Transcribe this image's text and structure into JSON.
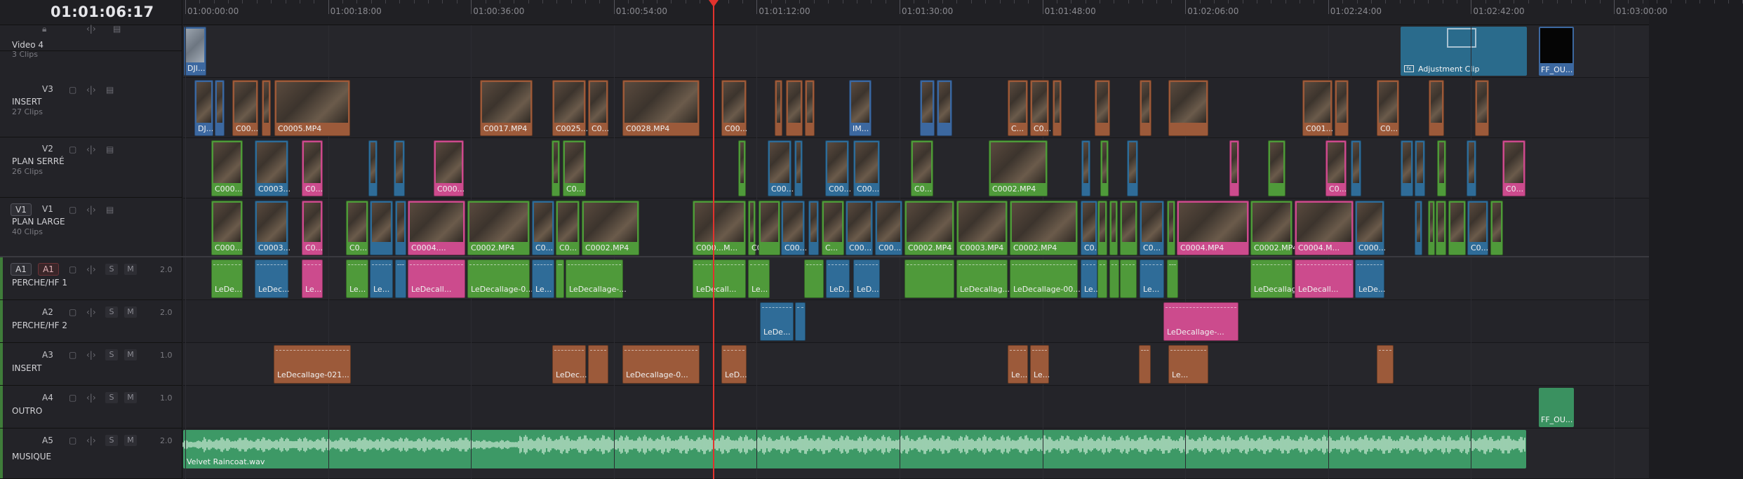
{
  "timecode": "01:01:06:17",
  "ruler": {
    "ticks": [
      "01:00:00:00",
      "01:00:18:00",
      "01:00:36:00",
      "01:00:54:00",
      "01:01:12:00",
      "01:01:30:00",
      "01:01:48:00",
      "01:02:06:00",
      "01:02:24:00",
      "01:02:42:00",
      "01:03:00:00"
    ]
  },
  "tracks": {
    "video4": {
      "name": "Video 4",
      "count": "3 Clips"
    },
    "v3": {
      "id": "V3",
      "name": "INSERT",
      "count": "27 Clips"
    },
    "v2": {
      "id": "V2",
      "name": "PLAN SERRÉ",
      "count": "26 Clips"
    },
    "v1": {
      "sel": "V1",
      "id": "V1",
      "name": "PLAN LARGE",
      "count": "40 Clips"
    },
    "a1": {
      "sel": "A1",
      "id": "A1",
      "name": "PERCHE/HF 1",
      "vol": "2.0"
    },
    "a2": {
      "id": "A2",
      "name": "PERCHE/HF 2",
      "vol": "2.0"
    },
    "a3": {
      "id": "A3",
      "name": "INSERT",
      "vol": "1.0"
    },
    "a4": {
      "id": "A4",
      "name": "OUTRO",
      "vol": "1.0"
    },
    "a5": {
      "id": "A5",
      "name": "MUSIQUE",
      "vol": "2.0"
    }
  },
  "buttons": {
    "solo": "S",
    "mute": "M"
  },
  "clips": {
    "video4_first": "DJI...",
    "adjustment": "Adjustment Clip",
    "ff_video": "FF_OU...",
    "ff_audio": "FF_OU...",
    "musique": "Velvet Raincoat.wav",
    "v3": [
      "DJ...",
      "C00...",
      "C0005.MP4",
      "C0017.MP4",
      "C0025...",
      "C0...",
      "C0028.MP4",
      "C00...",
      "IM...",
      "C...",
      "C0...",
      "C0...",
      "C001...",
      "C0..."
    ],
    "v2": [
      "C000...",
      "C0003...",
      "C0...",
      "C000...",
      "C0...",
      "C00...",
      "C00...",
      "C00...",
      "C0...",
      "C0002.MP4",
      "C0...",
      "C0..."
    ],
    "v1": [
      "C000...",
      "C0003...",
      "C0...",
      "C0...",
      "C0004....",
      "C0002.MP4",
      "C0...",
      "C0...",
      "C0002.MP4",
      "C000...M...",
      "C0...",
      "C00...",
      "C...",
      "C00...",
      "C00...",
      "C0002.MP4",
      "C0003.MP4",
      "C0002.MP4",
      "C0...",
      "C0...",
      "C0004.MP4",
      "C0002.MP4",
      "C0004.M...",
      "C000...",
      "C0..."
    ],
    "a1": [
      "LeDe...",
      "LeDec...",
      "Le...",
      "Le...",
      "Le...",
      "LeDecall...",
      "LeDecallage-0...",
      "Le...",
      "LeDecallage-...",
      "LeDecall...",
      "Le...",
      "LeD...",
      "LeD...",
      "LeDe...",
      "LeDecallag...",
      "LeDecallage-00...",
      "Le...",
      "Le...",
      "LeDecallag...",
      "LeDecall...",
      "LeDe..."
    ],
    "a2": [
      "LeDe...",
      "LeDecallage-..."
    ],
    "a3": [
      "LeDecallage-021...",
      "LeDec...",
      "LeDecallage-0...",
      "LeD...",
      "Le...",
      "Le...",
      "Le..."
    ]
  }
}
